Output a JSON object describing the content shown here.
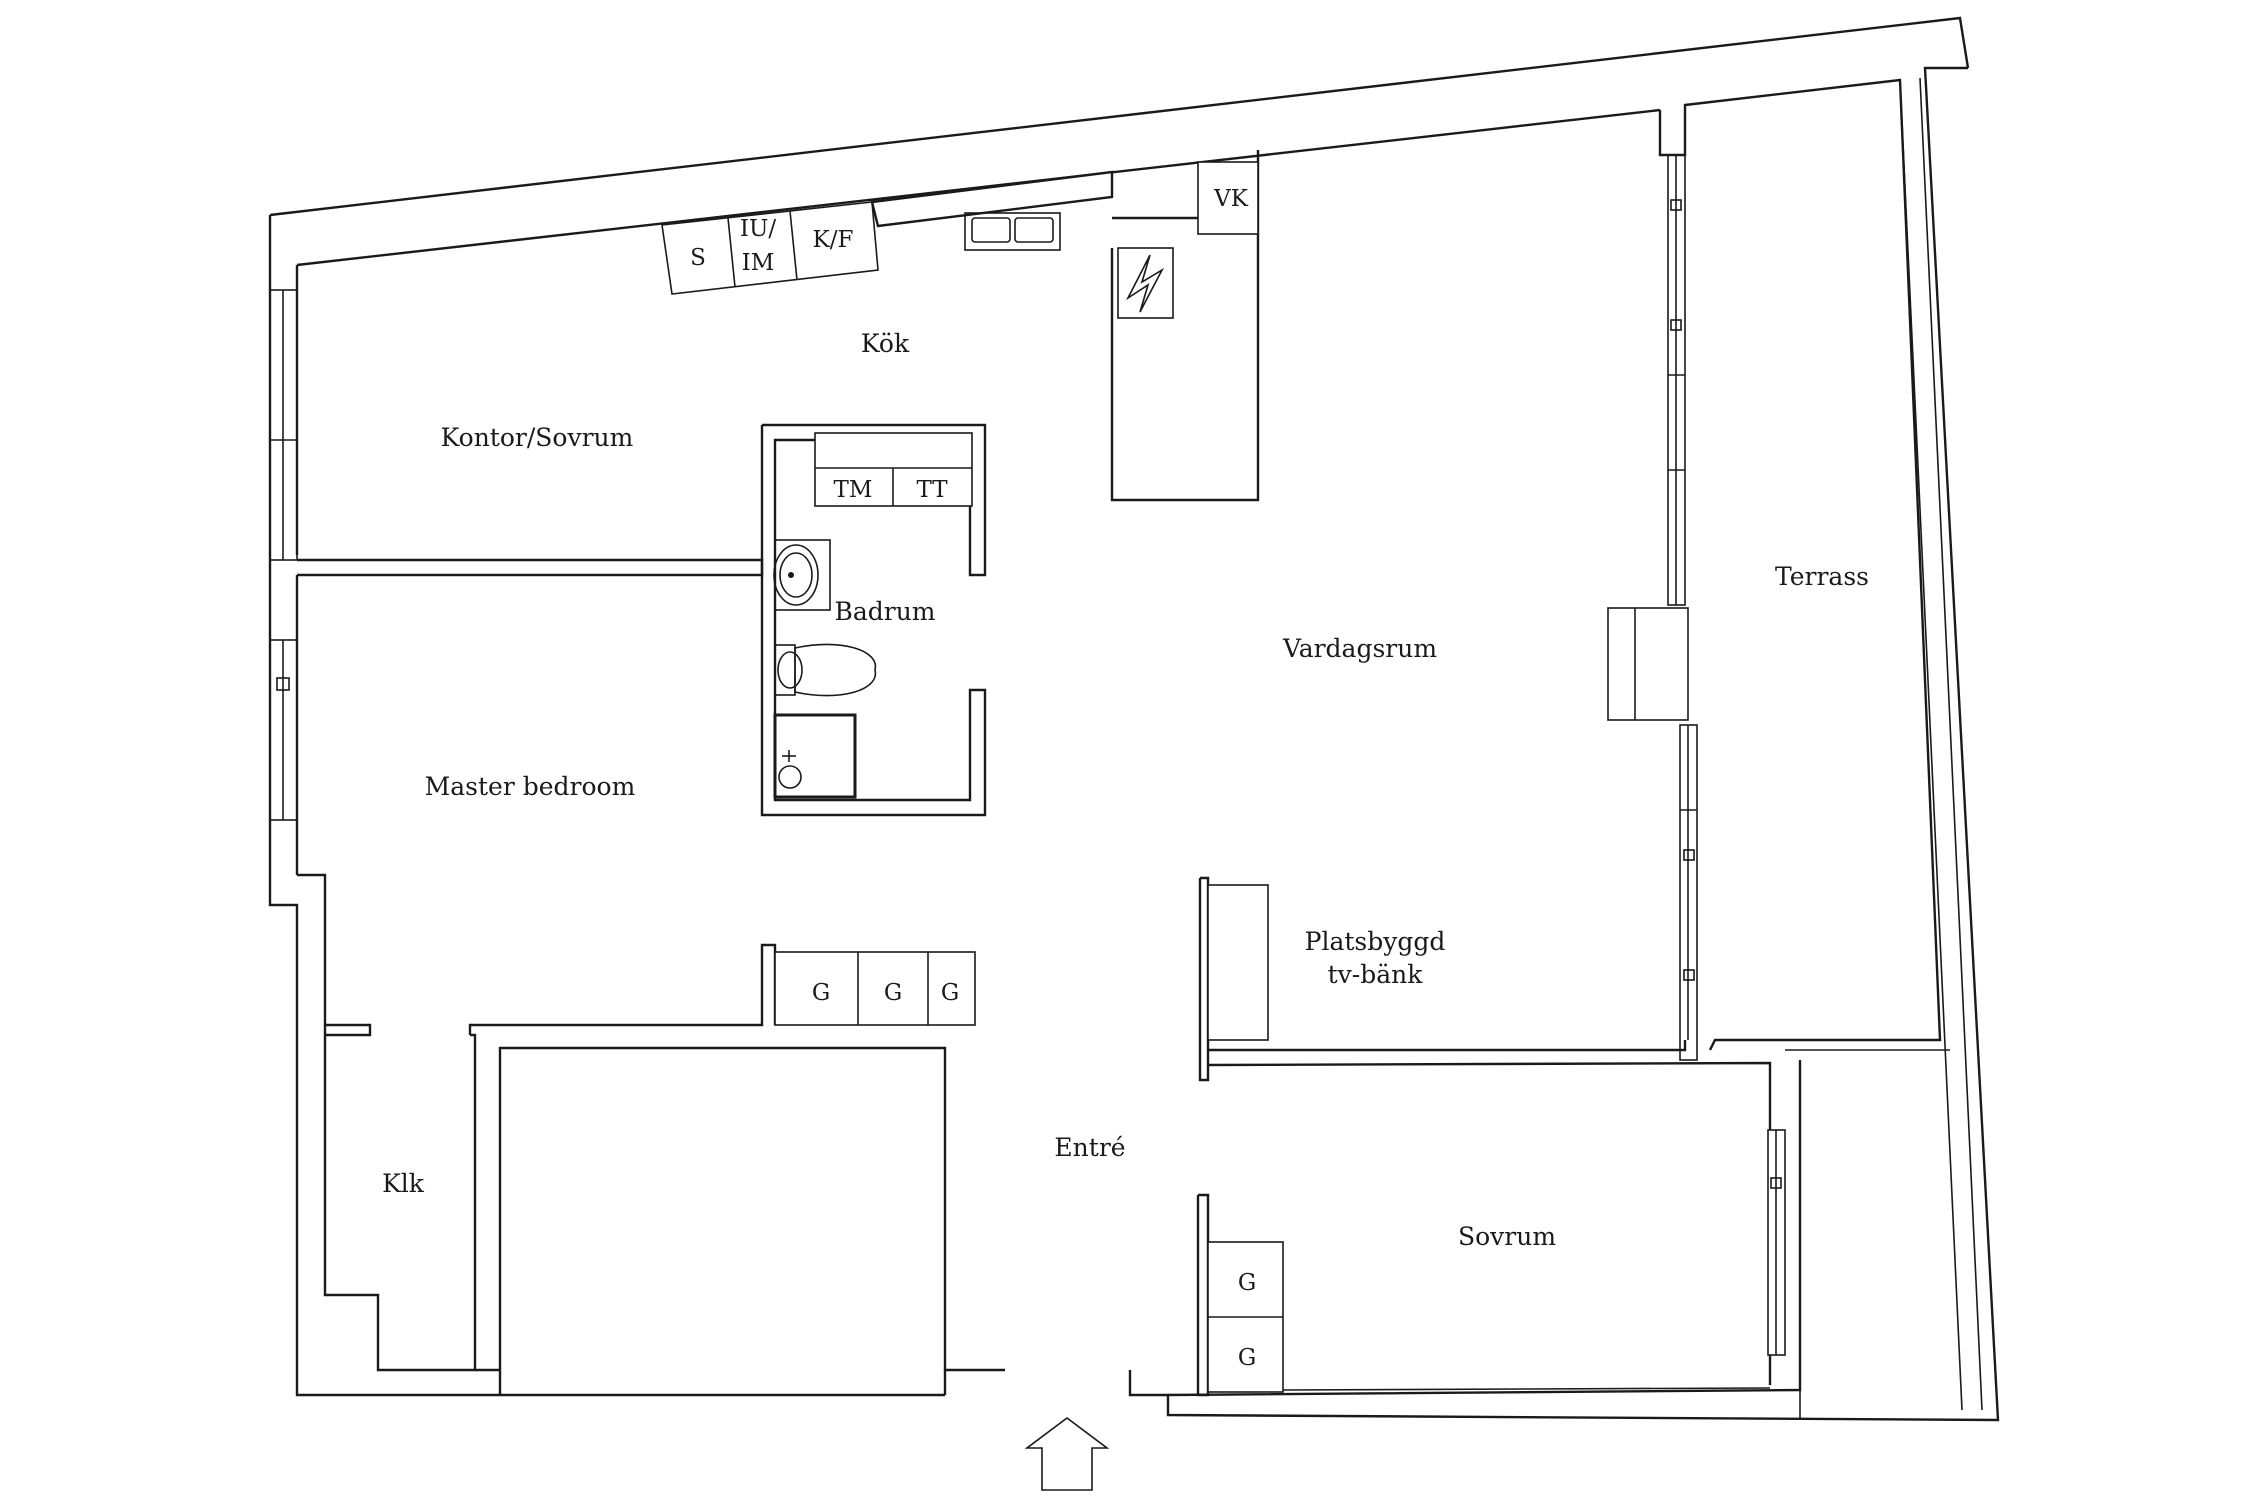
{
  "rooms": {
    "kok": "Kök",
    "kontor": "Kontor/Sovrum",
    "badrum": "Badrum",
    "vardagsrum": "Vardagsrum",
    "terrass": "Terrass",
    "master": "Master bedroom",
    "tvbank_line1": "Platsbyggd",
    "tvbank_line2": "tv-bänk",
    "entre": "Entré",
    "klk": "Klk",
    "sovrum": "Sovrum"
  },
  "fixtures": {
    "s": "S",
    "iu_line1": "IU/",
    "iu_line2": "IM",
    "kf": "K/F",
    "vk": "VK",
    "tm": "TM",
    "tt": "TT",
    "g": "G"
  },
  "icons": [
    "entrance-arrow-icon",
    "sink-icon",
    "toilet-icon",
    "shower-icon",
    "kitchen-sink-icon",
    "stove-icon"
  ]
}
